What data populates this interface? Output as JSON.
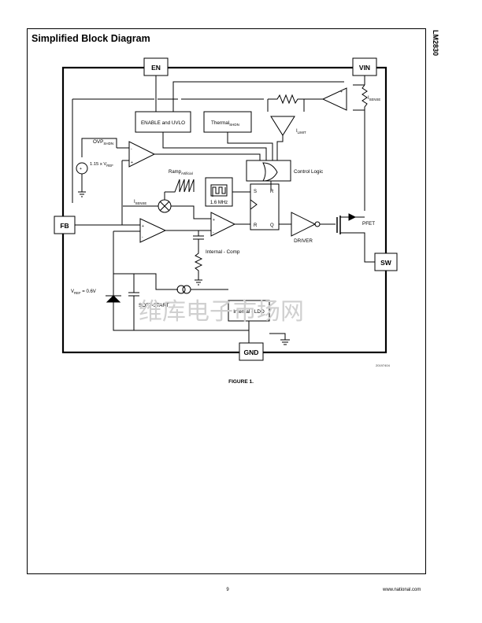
{
  "header": {
    "title": "Simplified Block Diagram",
    "side_label": "LM2830"
  },
  "pins": {
    "en": "EN",
    "vin": "VIN",
    "fb": "FB",
    "sw": "SW",
    "gnd": "GND"
  },
  "blocks": {
    "enable_uvlo": "ENABLE and  UVLO",
    "thermal": "Thermal",
    "thermal_sub": "SHDN",
    "control_logic": "Control Logic",
    "oscillator": "1.6 MHz",
    "driver": "DRIVER",
    "pfet": "PFET",
    "internal_comp": "Internal - Comp",
    "internal_ldo": "Internal - LDO",
    "soft_start": "SOFT-START"
  },
  "labels": {
    "ovp": "OVP",
    "ovp_sub": "SHDN",
    "vref_115": "1.15 x V",
    "vref_115_sub": "REF",
    "ramp": "Ramp",
    "ramp_sub": "Artificial",
    "isense_left": "I",
    "isense_left_sub": "SENSE",
    "isense_right": "I",
    "isense_right_sub": "SENSE",
    "ilimit": "I",
    "ilimit_sub": "LIMIT",
    "vref_06": "V",
    "vref_06_sub": "REF",
    "vref_06_val": " = 0.6V",
    "ff_s": "S",
    "ff_r_top": "R",
    "ff_r_bottom": "R",
    "ff_q": "Q"
  },
  "watermark": "维库电子市场网",
  "figure": {
    "id": "20197404",
    "caption": "FIGURE 1."
  },
  "footer": {
    "page_number": "9",
    "website": "www.national.com"
  }
}
